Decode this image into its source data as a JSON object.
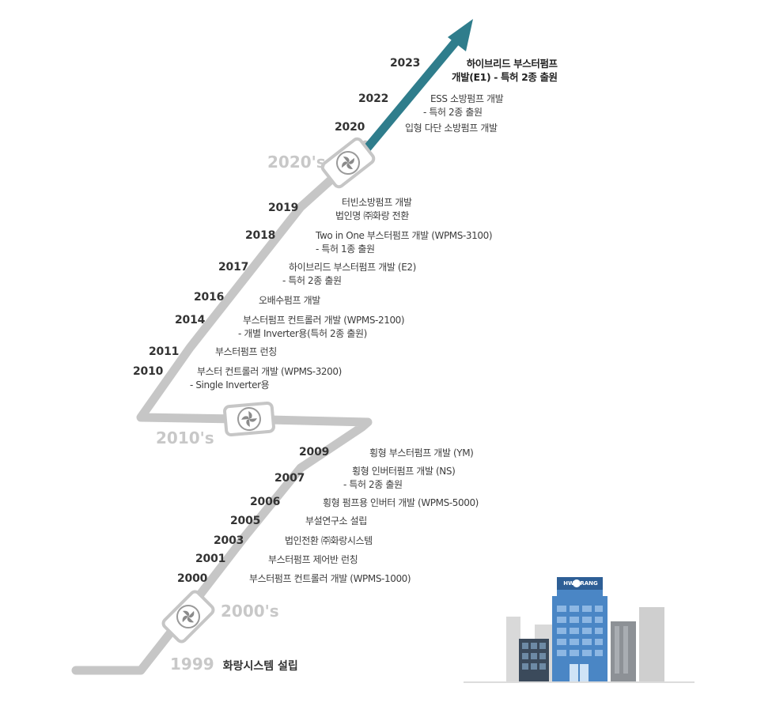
{
  "decades": [
    "2020's",
    "2010's",
    "2000's"
  ],
  "founding": {
    "year": "1999",
    "text": "화랑시스템 설립"
  },
  "events": [
    {
      "year": "2023",
      "lines": [
        "하이브리드 부스터펌프",
        "개발(E1) - 특허 2종 출원"
      ]
    },
    {
      "year": "2022",
      "lines": [
        "ESS 소방펌프 개발",
        "- 특허 2종 출원"
      ]
    },
    {
      "year": "2020",
      "lines": [
        "입형 다단 소방펌프 개발"
      ]
    },
    {
      "year": "2019",
      "lines": [
        "터빈소방펌프 개발",
        "법인명 ㈜화랑 전환"
      ]
    },
    {
      "year": "2018",
      "lines": [
        "Two in One 부스터펌프 개발 (WPMS-3100)",
        "- 특허 1종 출원"
      ]
    },
    {
      "year": "2017",
      "lines": [
        "하이브리드 부스터펌프 개발 (E2)",
        "- 특허 2종 출원"
      ]
    },
    {
      "year": "2016",
      "lines": [
        "오배수펌프 개발"
      ]
    },
    {
      "year": "2014",
      "lines": [
        "부스터펌프 컨트롤러 개발 (WPMS-2100)",
        "- 개별 Inverter용(특허 2종 출원)"
      ]
    },
    {
      "year": "2011",
      "lines": [
        "부스터펌프 런칭"
      ]
    },
    {
      "year": "2010",
      "lines": [
        "부스터 컨트롤러 개발 (WPMS-3200)",
        "- Single Inverter용"
      ]
    },
    {
      "year": "2009",
      "lines": [
        "횡형 부스터펌프 개발 (YM)"
      ]
    },
    {
      "year": "2007",
      "lines": [
        "횡형 인버터펌프 개발 (NS)",
        "- 특허 2종 출원"
      ]
    },
    {
      "year": "2006",
      "lines": [
        "횡형 펌프용 인버터 개발 (WPMS-5000)"
      ]
    },
    {
      "year": "2005",
      "lines": [
        "부설연구소 설립"
      ]
    },
    {
      "year": "2003",
      "lines": [
        "법인전환 ㈜화랑시스템"
      ]
    },
    {
      "year": "2001",
      "lines": [
        "부스터펌프 제어반 런칭"
      ]
    },
    {
      "year": "2000",
      "lines": [
        "부스터펌프 컨트롤러 개발 (WPMS-1000)"
      ]
    }
  ],
  "building_sign": "HWA RANG",
  "colors": {
    "path": "#c6c6c6",
    "arrow": "#2f7d8c",
    "decade": "#c8c8c8",
    "building": "#4a86c5"
  }
}
